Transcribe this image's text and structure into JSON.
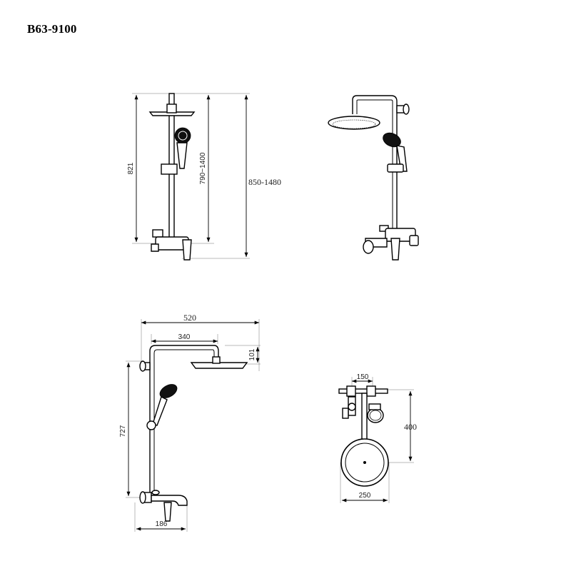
{
  "title": "B63-9100",
  "views": {
    "front": {
      "dim_821": "821",
      "dim_790_1400": "790~1400",
      "dim_850_1480": "850-1480"
    },
    "side": {
      "dim_520": "520",
      "dim_340": "340",
      "dim_101": "101",
      "dim_727": "727",
      "dim_186": "186"
    },
    "bottom": {
      "dim_150": "150",
      "dim_400": "400",
      "dim_250": "250"
    }
  }
}
